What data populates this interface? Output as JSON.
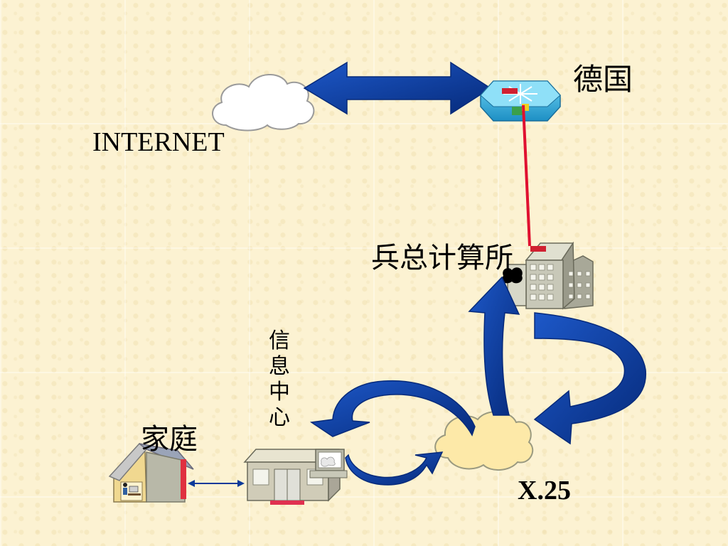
{
  "labels": {
    "germany": "德国",
    "internet": "INTERNET",
    "computing_institute": "兵总计算所",
    "info_center": "信息中心",
    "home": "家庭",
    "x25": "X.25"
  },
  "colors": {
    "background": "#fcf2d2",
    "arrow_blue": "#0a3a9a",
    "router_cyan": "#2fb0e0",
    "link_red": "#e01030",
    "cloud_white": "#ffffff",
    "cloud_yellow": "#fde9a8",
    "building_gray": "#c8c8b8"
  },
  "icons": [
    "internet-cloud-icon",
    "router-icon",
    "office-building-icon",
    "x25-cloud-icon",
    "info-center-building-icon",
    "house-icon"
  ]
}
